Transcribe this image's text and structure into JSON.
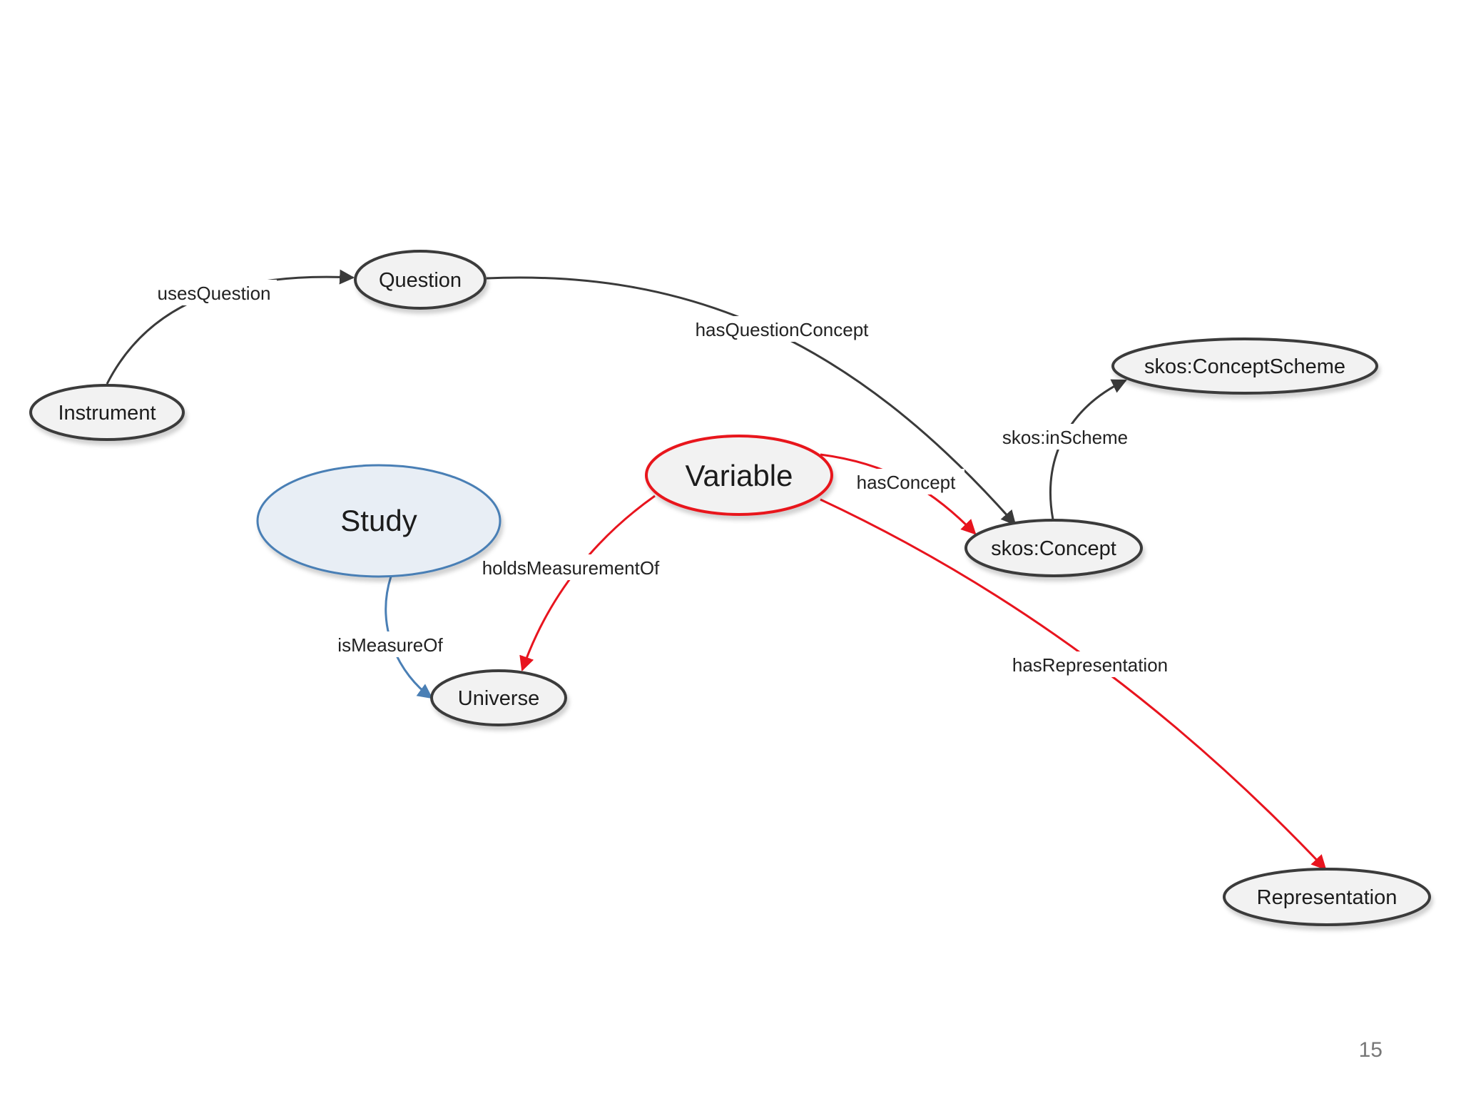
{
  "nodes": {
    "instrument": "Instrument",
    "question": "Question",
    "study": "Study",
    "variable": "Variable",
    "concept_scheme": "skos:ConceptScheme",
    "concept": "skos:Concept",
    "universe": "Universe",
    "representation": "Representation"
  },
  "edges": {
    "uses_question": "usesQuestion",
    "has_question_concept": "hasQuestionConcept",
    "in_scheme": "skos:inScheme",
    "has_concept": "hasConcept",
    "holds_measurement_of": "holdsMeasurementOf",
    "is_measure_of": "isMeasureOf",
    "has_representation": "hasRepresentation"
  },
  "colors": {
    "default_stroke": "#3a3a3a",
    "highlight_red": "#e8141e",
    "study_blue": "#4a7fb5",
    "node_fill": "#f2f2f2"
  },
  "page_number": "15"
}
